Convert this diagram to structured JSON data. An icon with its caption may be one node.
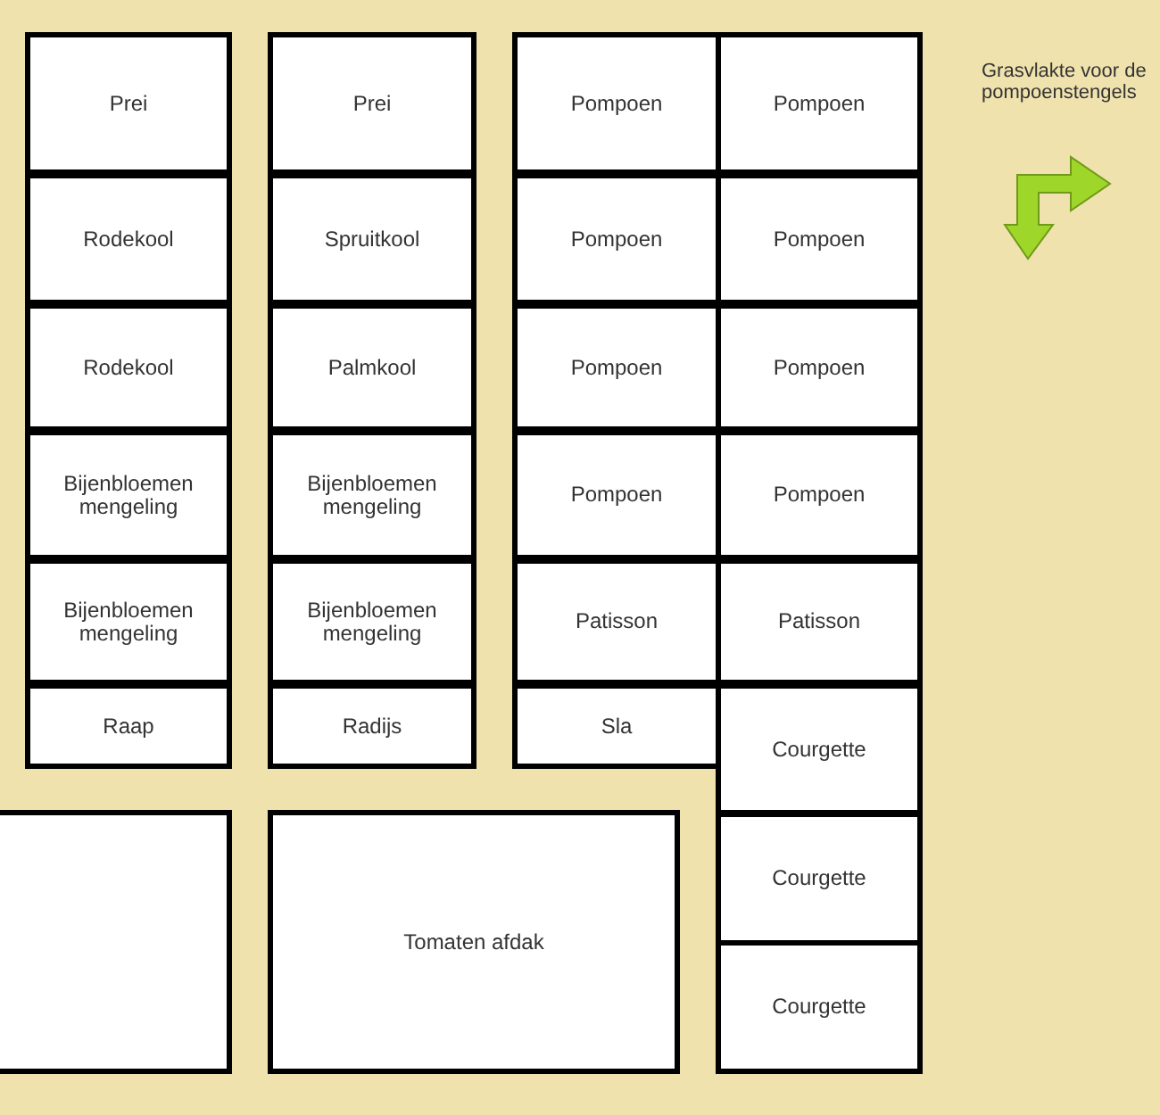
{
  "diagram": {
    "nodes": [
      {
        "text": [
          "Prei"
        ]
      },
      {
        "text": [
          "Prei"
        ]
      },
      {
        "text": [
          "Pompoen"
        ]
      },
      {
        "text": [
          "Pompoen"
        ]
      },
      {
        "text": [
          "Rodekool"
        ]
      },
      {
        "text": [
          "Spruitkool"
        ]
      },
      {
        "text": [
          "Pompoen"
        ]
      },
      {
        "text": [
          "Pompoen"
        ]
      },
      {
        "text": [
          "Rodekool"
        ]
      },
      {
        "text": [
          "Palmkool"
        ]
      },
      {
        "text": [
          "Pompoen"
        ]
      },
      {
        "text": [
          "Pompoen"
        ]
      },
      {
        "text": [
          "Bijenbloemen mengeling"
        ]
      },
      {
        "text": [
          "Bijenbloemen mengeling"
        ]
      },
      {
        "text": [
          "Pompoen"
        ]
      },
      {
        "text": [
          "Pompoen"
        ]
      },
      {
        "text": [
          "Bijenbloemen mengeling"
        ]
      },
      {
        "text": [
          "Bijenbloemen mengeling"
        ]
      },
      {
        "text": [
          "Patisson"
        ]
      },
      {
        "text": [
          "Patisson"
        ]
      },
      {
        "text": [
          "Raap"
        ]
      },
      {
        "text": [
          "Radijs"
        ]
      },
      {
        "text": [
          "Sla"
        ]
      },
      {
        "text": [
          "Courgette"
        ]
      },
      {
        "text": [],
        "shape": "box"
      },
      {
        "text": [
          "Tomaten afdak"
        ]
      },
      {
        "text": [
          "Courgette"
        ]
      },
      {
        "text": [
          "Courgette"
        ]
      }
    ],
    "labels": [
      "Grasvlakte voor de pompoenstengels"
    ]
  }
}
